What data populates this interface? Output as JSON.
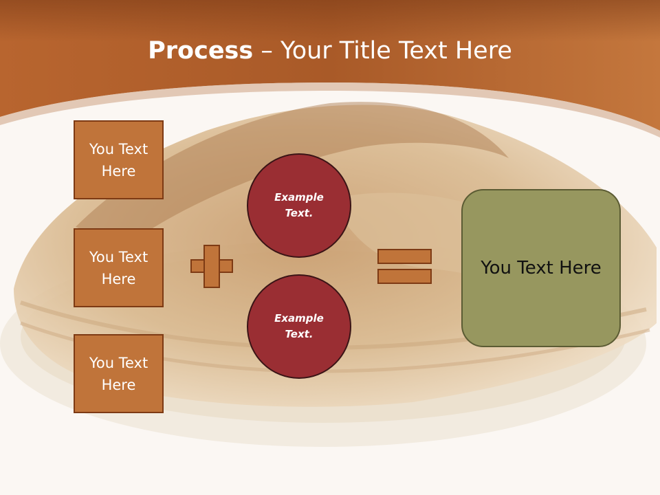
{
  "slide": {
    "title_bold": "Process",
    "title_rest": " – Your Title Text Here",
    "left_boxes": [
      "You Text Here",
      "You Text Here",
      "You Text Here"
    ],
    "circles": [
      "Example Text.",
      "Example Text."
    ],
    "result_text": "You Text Here"
  },
  "colors": {
    "header": "#b8652f",
    "box_fill": "#c0743a",
    "box_border": "#7d3a14",
    "circle_fill": "#9a2e33",
    "result_fill": "#97975f",
    "background": "#fbf7f3"
  },
  "icons": {
    "operator_1": "plus-icon",
    "operator_2": "equals-icon",
    "background": "pancakes-on-plate-image"
  }
}
